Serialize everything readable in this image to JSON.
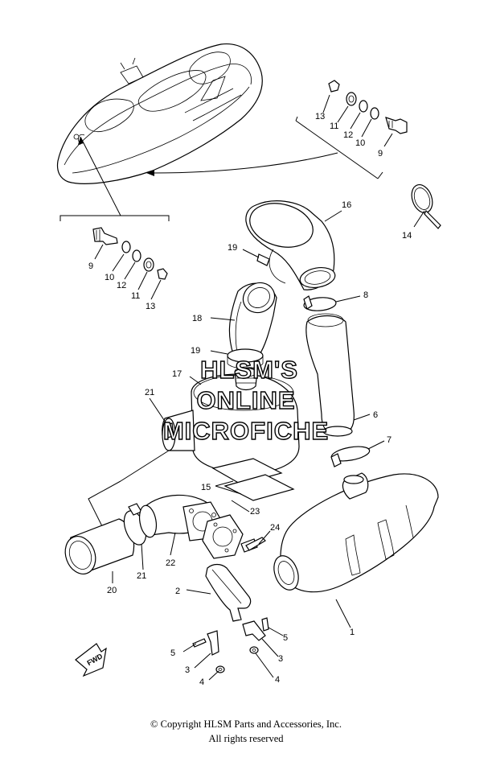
{
  "watermark": {
    "line1": "HLSM'S",
    "line2": "ONLINE",
    "line3": "MICROFICHE"
  },
  "footer": {
    "copyright": "© Copyright HLSM Parts and Accessories, Inc.",
    "rights": "All rights reserved"
  },
  "fwd_label": "FWD",
  "callouts": {
    "c1": "1",
    "c2": "2",
    "c3a": "3",
    "c3b": "3",
    "c4a": "4",
    "c4b": "4",
    "c5a": "5",
    "c5b": "5",
    "c6": "6",
    "c7": "7",
    "c8": "8",
    "c9a": "9",
    "c9b": "9",
    "c10a": "10",
    "c10b": "10",
    "c11a": "11",
    "c11b": "11",
    "c12a": "12",
    "c12b": "12",
    "c13a": "13",
    "c13b": "13",
    "c14": "14",
    "c15": "15",
    "c16": "16",
    "c17": "17",
    "c18": "18",
    "c19a": "19",
    "c19b": "19",
    "c20": "20",
    "c21a": "21",
    "c21b": "21",
    "c22": "22",
    "c23": "23",
    "c24": "24"
  }
}
